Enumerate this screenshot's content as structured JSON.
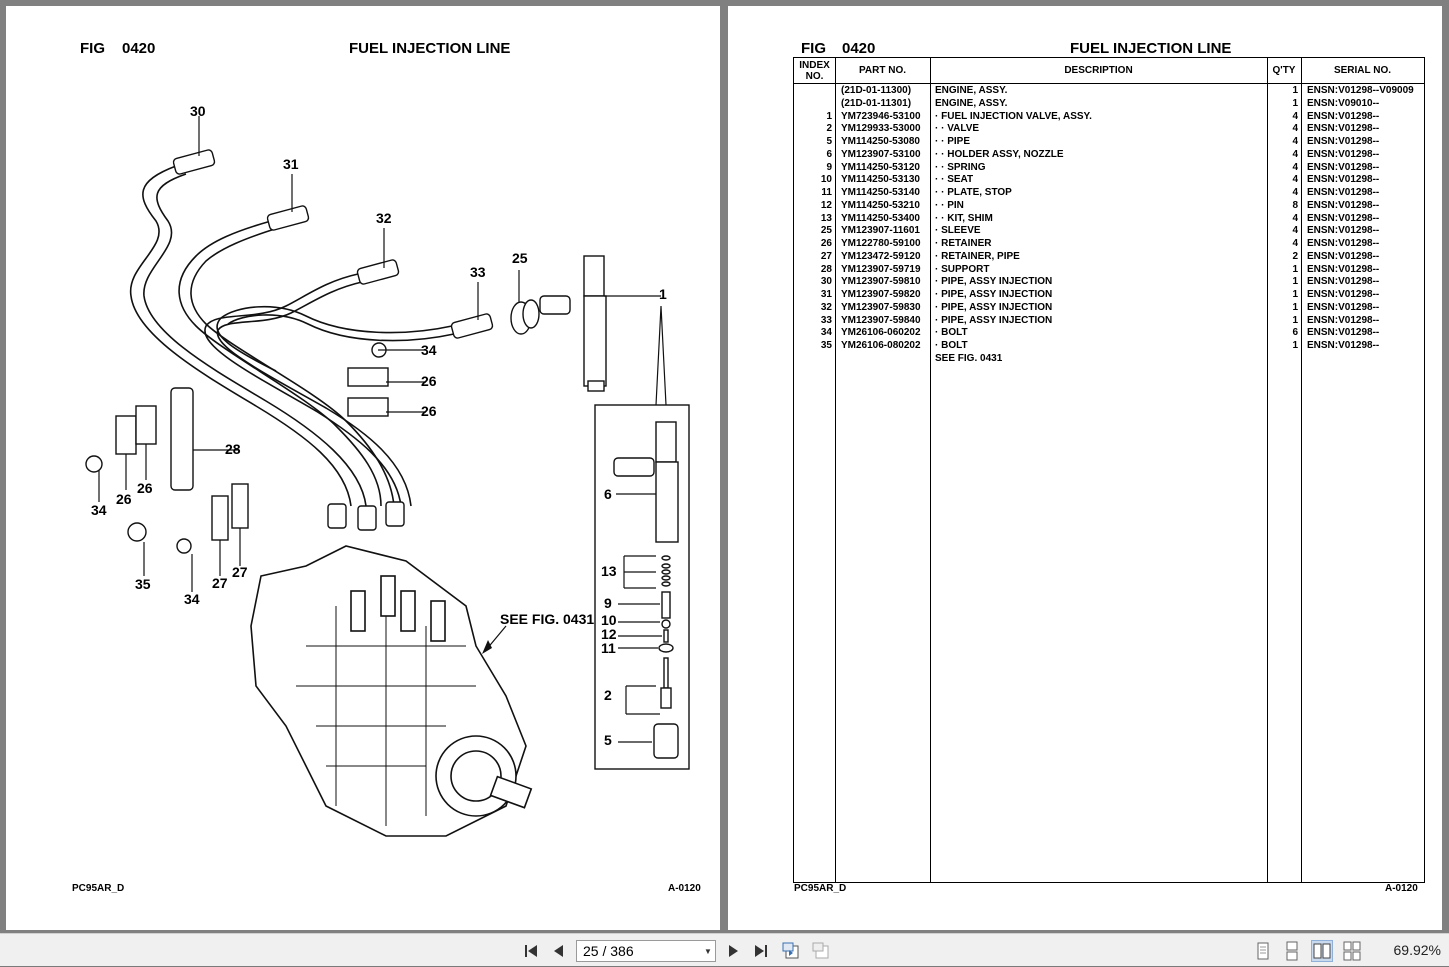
{
  "left_page": {
    "fig_label": "FIG",
    "fig_number": "0420",
    "title": "FUEL INJECTION LINE",
    "footer_model": "PC95AR_D",
    "footer_page": "A-0120",
    "see_fig": "SEE FIG. 0431",
    "callouts": {
      "c30": "30",
      "c31": "31",
      "c32": "32",
      "c33": "33",
      "c25": "25",
      "c1": "1",
      "c34a": "34",
      "c26a": "26",
      "c26b": "26",
      "c28": "28",
      "c34b": "34",
      "c26c": "26",
      "c26d": "26",
      "c35": "35",
      "c34c": "34",
      "c27a": "27",
      "c27b": "27",
      "c6": "6",
      "c13": "13",
      "c9": "9",
      "c10": "10",
      "c12": "12",
      "c11": "11",
      "c2": "2",
      "c5": "5"
    }
  },
  "right_page": {
    "fig_label": "FIG",
    "fig_number": "0420",
    "title": "FUEL INJECTION LINE",
    "footer_model": "PC95AR_D",
    "footer_page": "A-0120",
    "headers": {
      "index_l1": "INDEX",
      "index_l2": "NO.",
      "part": "PART NO.",
      "desc": "DESCRIPTION",
      "qty": "Q'TY",
      "serial": "SERIAL NO."
    },
    "rows": [
      {
        "idx": "",
        "part": "(21D-01-11300)",
        "desc": "ENGINE, ASSY.",
        "qty": "1",
        "serial": "ENSN:V01298--V09009"
      },
      {
        "idx": "",
        "part": "(21D-01-11301)",
        "desc": "ENGINE, ASSY.",
        "qty": "1",
        "serial": "ENSN:V09010--"
      },
      {
        "idx": "1",
        "part": "YM723946-53100",
        "desc": "·  FUEL INJECTION VALVE, ASSY.",
        "qty": "4",
        "serial": "ENSN:V01298--"
      },
      {
        "idx": "2",
        "part": "YM129933-53000",
        "desc": "·  ·  VALVE",
        "qty": "4",
        "serial": "ENSN:V01298--"
      },
      {
        "idx": "5",
        "part": "YM114250-53080",
        "desc": "·  ·  PIPE",
        "qty": "4",
        "serial": "ENSN:V01298--"
      },
      {
        "idx": "6",
        "part": "YM123907-53100",
        "desc": "·  ·  HOLDER ASSY, NOZZLE",
        "qty": "4",
        "serial": "ENSN:V01298--"
      },
      {
        "idx": "9",
        "part": "YM114250-53120",
        "desc": "·  ·  SPRING",
        "qty": "4",
        "serial": "ENSN:V01298--"
      },
      {
        "idx": "10",
        "part": "YM114250-53130",
        "desc": "·  ·  SEAT",
        "qty": "4",
        "serial": "ENSN:V01298--"
      },
      {
        "idx": "11",
        "part": "YM114250-53140",
        "desc": "·  ·  PLATE, STOP",
        "qty": "4",
        "serial": "ENSN:V01298--"
      },
      {
        "idx": "12",
        "part": "YM114250-53210",
        "desc": "·  ·  PIN",
        "qty": "8",
        "serial": "ENSN:V01298--"
      },
      {
        "idx": "13",
        "part": "YM114250-53400",
        "desc": "·  ·  KIT, SHIM",
        "qty": "4",
        "serial": "ENSN:V01298--"
      },
      {
        "idx": "25",
        "part": "YM123907-11601",
        "desc": "·  SLEEVE",
        "qty": "4",
        "serial": "ENSN:V01298--"
      },
      {
        "idx": "26",
        "part": "YM122780-59100",
        "desc": "·  RETAINER",
        "qty": "4",
        "serial": "ENSN:V01298--"
      },
      {
        "idx": "27",
        "part": "YM123472-59120",
        "desc": "·  RETAINER, PIPE",
        "qty": "2",
        "serial": "ENSN:V01298--"
      },
      {
        "idx": "28",
        "part": "YM123907-59719",
        "desc": "·  SUPPORT",
        "qty": "1",
        "serial": "ENSN:V01298--"
      },
      {
        "idx": "30",
        "part": "YM123907-59810",
        "desc": "·  PIPE, ASSY INJECTION",
        "qty": "1",
        "serial": "ENSN:V01298--"
      },
      {
        "idx": "31",
        "part": "YM123907-59820",
        "desc": "·  PIPE, ASSY INJECTION",
        "qty": "1",
        "serial": "ENSN:V01298--"
      },
      {
        "idx": "32",
        "part": "YM123907-59830",
        "desc": "·  PIPE, ASSY INJECTION",
        "qty": "1",
        "serial": "ENSN:V01298--"
      },
      {
        "idx": "33",
        "part": "YM123907-59840",
        "desc": "·  PIPE, ASSY INJECTION",
        "qty": "1",
        "serial": "ENSN:V01298--"
      },
      {
        "idx": "34",
        "part": "YM26106-060202",
        "desc": "·  BOLT",
        "qty": "6",
        "serial": "ENSN:V01298--"
      },
      {
        "idx": "35",
        "part": "YM26106-080202",
        "desc": "·  BOLT",
        "qty": "1",
        "serial": "ENSN:V01298--"
      },
      {
        "idx": "",
        "part": "",
        "desc": "SEE FIG. 0431",
        "qty": "",
        "serial": ""
      }
    ]
  },
  "toolbar": {
    "page_value": "25 / 386",
    "zoom": "69.92%",
    "icons": {
      "first": "first-page-icon",
      "prev": "previous-page-icon",
      "next": "next-page-icon",
      "last": "last-page-icon",
      "go_back": "go-back-view-icon",
      "go_forward": "go-forward-view-icon",
      "single": "single-page-view-icon",
      "continuous": "continuous-view-icon",
      "facing": "facing-pages-view-icon",
      "continuous_facing": "continuous-facing-view-icon"
    }
  }
}
